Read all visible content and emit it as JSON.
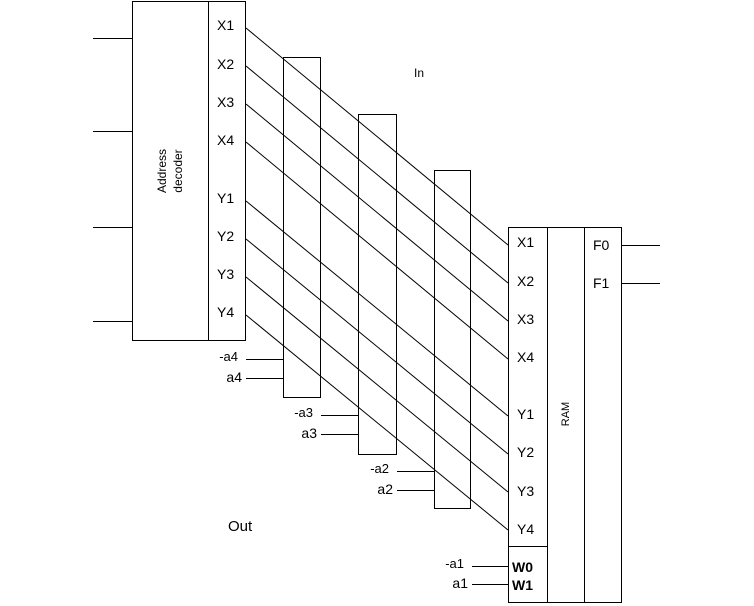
{
  "decoder": {
    "label_line1": "Address",
    "label_line2": "decoder",
    "ports": [
      "X1",
      "X2",
      "X3",
      "X4",
      "Y1",
      "Y2",
      "Y3",
      "Y4"
    ]
  },
  "ram": {
    "label": "RAM",
    "ports": [
      "X1",
      "X2",
      "X3",
      "X4",
      "Y1",
      "Y2",
      "Y3",
      "Y4"
    ],
    "write_ports": [
      "W0",
      "W1"
    ],
    "outputs": [
      "F0",
      "F1"
    ]
  },
  "controls": [
    {
      "neg": "-a4",
      "pos": "a4"
    },
    {
      "neg": "-a3",
      "pos": "a3"
    },
    {
      "neg": "-a2",
      "pos": "a2"
    },
    {
      "neg": "-a1",
      "pos": "a1"
    }
  ],
  "annotations": {
    "in": "In",
    "out": "Out"
  }
}
